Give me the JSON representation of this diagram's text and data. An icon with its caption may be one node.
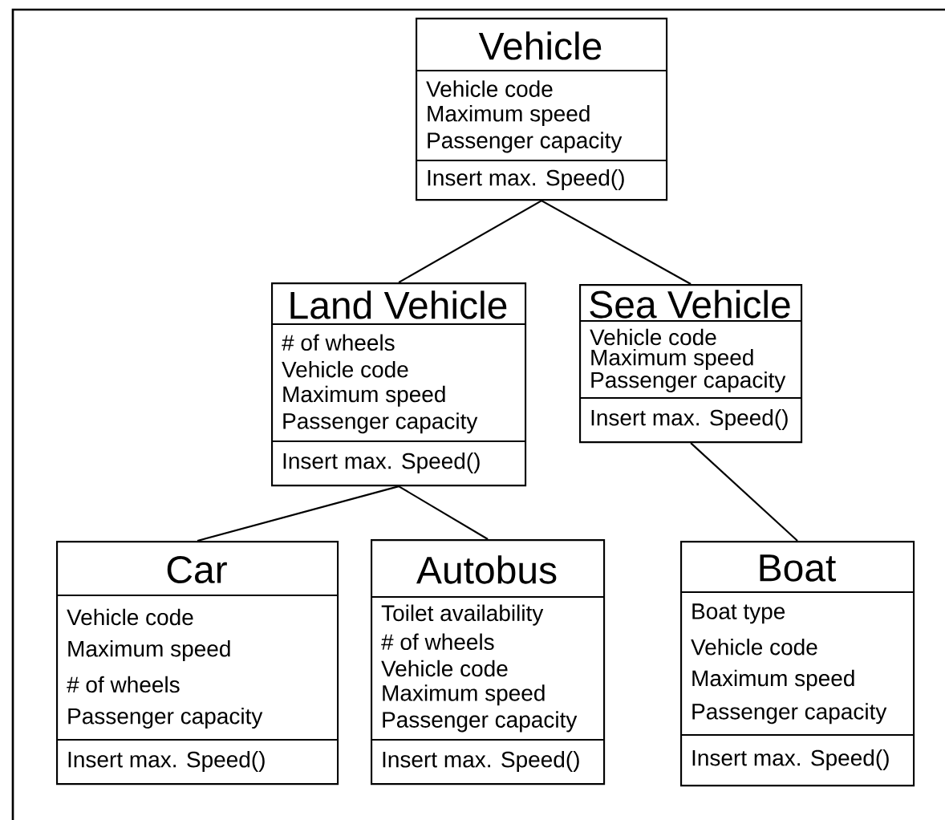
{
  "diagram": {
    "nodes": [
      {
        "text": [
          "Vehicle",
          "Vehicle code",
          "Maximum speed",
          "Passenger capacity",
          "Insert max. Speed()"
        ]
      },
      {
        "text": [
          "Land Vehicle",
          "# of wheels",
          "Vehicle code",
          "Maximum speed",
          "Passenger capacity",
          "Insert max. Speed()"
        ]
      },
      {
        "text": [
          "Sea Vehicle",
          "Vehicle code",
          "Maximum speed",
          "Passenger capacity",
          "Insert max. Speed()"
        ]
      },
      {
        "text": [
          "Car",
          "Vehicle code",
          "Maximum speed",
          "# of wheels",
          "Passenger capacity",
          "Insert max. Speed()"
        ]
      },
      {
        "text": [
          "Autobus",
          "Toilet availability",
          "# of wheels",
          "Vehicle code",
          "Maximum speed",
          "Passenger capacity",
          "Insert max. Speed()"
        ]
      },
      {
        "text": [
          "Boat",
          "Boat type",
          "Vehicle code",
          "Maximum speed",
          "Passenger capacity",
          "Insert max. Speed()"
        ]
      }
    ],
    "edges": [
      {
        "from": 0,
        "to": 1,
        "arrow": "none"
      },
      {
        "from": 0,
        "to": 2,
        "arrow": "none"
      },
      {
        "from": 1,
        "to": 3,
        "arrow": "none"
      },
      {
        "from": 1,
        "to": 4,
        "arrow": "none"
      },
      {
        "from": 2,
        "to": 5,
        "arrow": "none"
      }
    ]
  }
}
